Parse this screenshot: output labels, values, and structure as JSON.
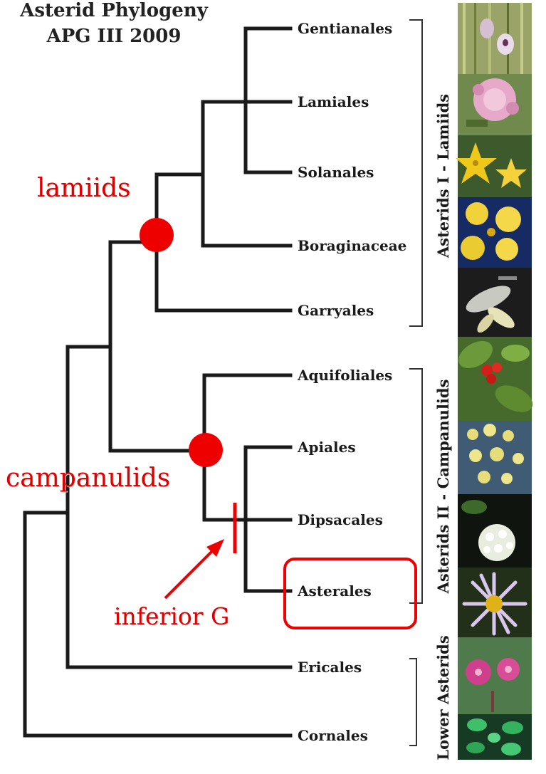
{
  "title": {
    "line1": "Asterid Phylogeny",
    "line2": "APG III 2009"
  },
  "taxa": [
    {
      "name": "Gentianales"
    },
    {
      "name": "Lamiales"
    },
    {
      "name": "Solanales"
    },
    {
      "name": "Boraginaceae"
    },
    {
      "name": "Garryales"
    },
    {
      "name": "Aquifoliales"
    },
    {
      "name": "Apiales"
    },
    {
      "name": "Dipsacales"
    },
    {
      "name": "Asterales"
    },
    {
      "name": "Ericales"
    },
    {
      "name": "Cornales"
    }
  ],
  "groups": {
    "lamiids_bracket": "Asterids I - Lamiids",
    "campanulids_bracket": "Asterids II - Campanulids",
    "lower_bracket": "Lower Asterids"
  },
  "annotations": {
    "lamiids": "lamiids",
    "campanulids": "campanulids",
    "inferior_g": "inferior G"
  },
  "colors": {
    "tree_line": "#1a1a1a",
    "highlight": "#ee0000",
    "annotation_text": "#dd0000"
  },
  "photos": [
    {
      "icon": "gentian-flower-photo"
    },
    {
      "icon": "bee-balm-flower-photo"
    },
    {
      "icon": "yellow-star-flower-photo"
    },
    {
      "icon": "yellow-borage-flower-photo"
    },
    {
      "icon": "silver-leaf-photo"
    },
    {
      "icon": "holly-berries-photo"
    },
    {
      "icon": "yellow-umbel-flower-photo"
    },
    {
      "icon": "white-viburnum-flower-photo"
    },
    {
      "icon": "aster-flower-photo"
    },
    {
      "icon": "pink-rhododendron-flower-photo"
    },
    {
      "icon": "green-dogwood-leaves-photo"
    }
  ]
}
